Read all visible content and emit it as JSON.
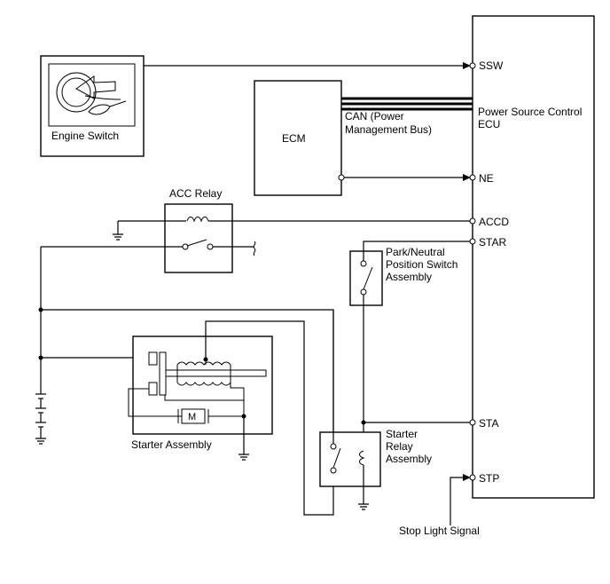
{
  "diagram": {
    "ecu_label_line1": "Power Source Control",
    "ecu_label_line2": "ECU",
    "pins": {
      "ssw": "SSW",
      "ne": "NE",
      "accd": "ACCD",
      "star": "STAR",
      "sta": "STA",
      "stp": "STP"
    },
    "engine_switch": "Engine Switch",
    "ecm": "ECM",
    "can_line1": "CAN (Power",
    "can_line2": "Management Bus)",
    "acc_relay": "ACC Relay",
    "pn_switch_line1": "Park/Neutral",
    "pn_switch_line2": "Position Switch",
    "pn_switch_line3": "Assembly",
    "starter_assembly": "Starter Assembly",
    "starter_relay_line1": "Starter",
    "starter_relay_line2": "Relay",
    "starter_relay_line3": "Assembly",
    "stop_light_signal": "Stop Light Signal",
    "motor_symbol": "M"
  }
}
